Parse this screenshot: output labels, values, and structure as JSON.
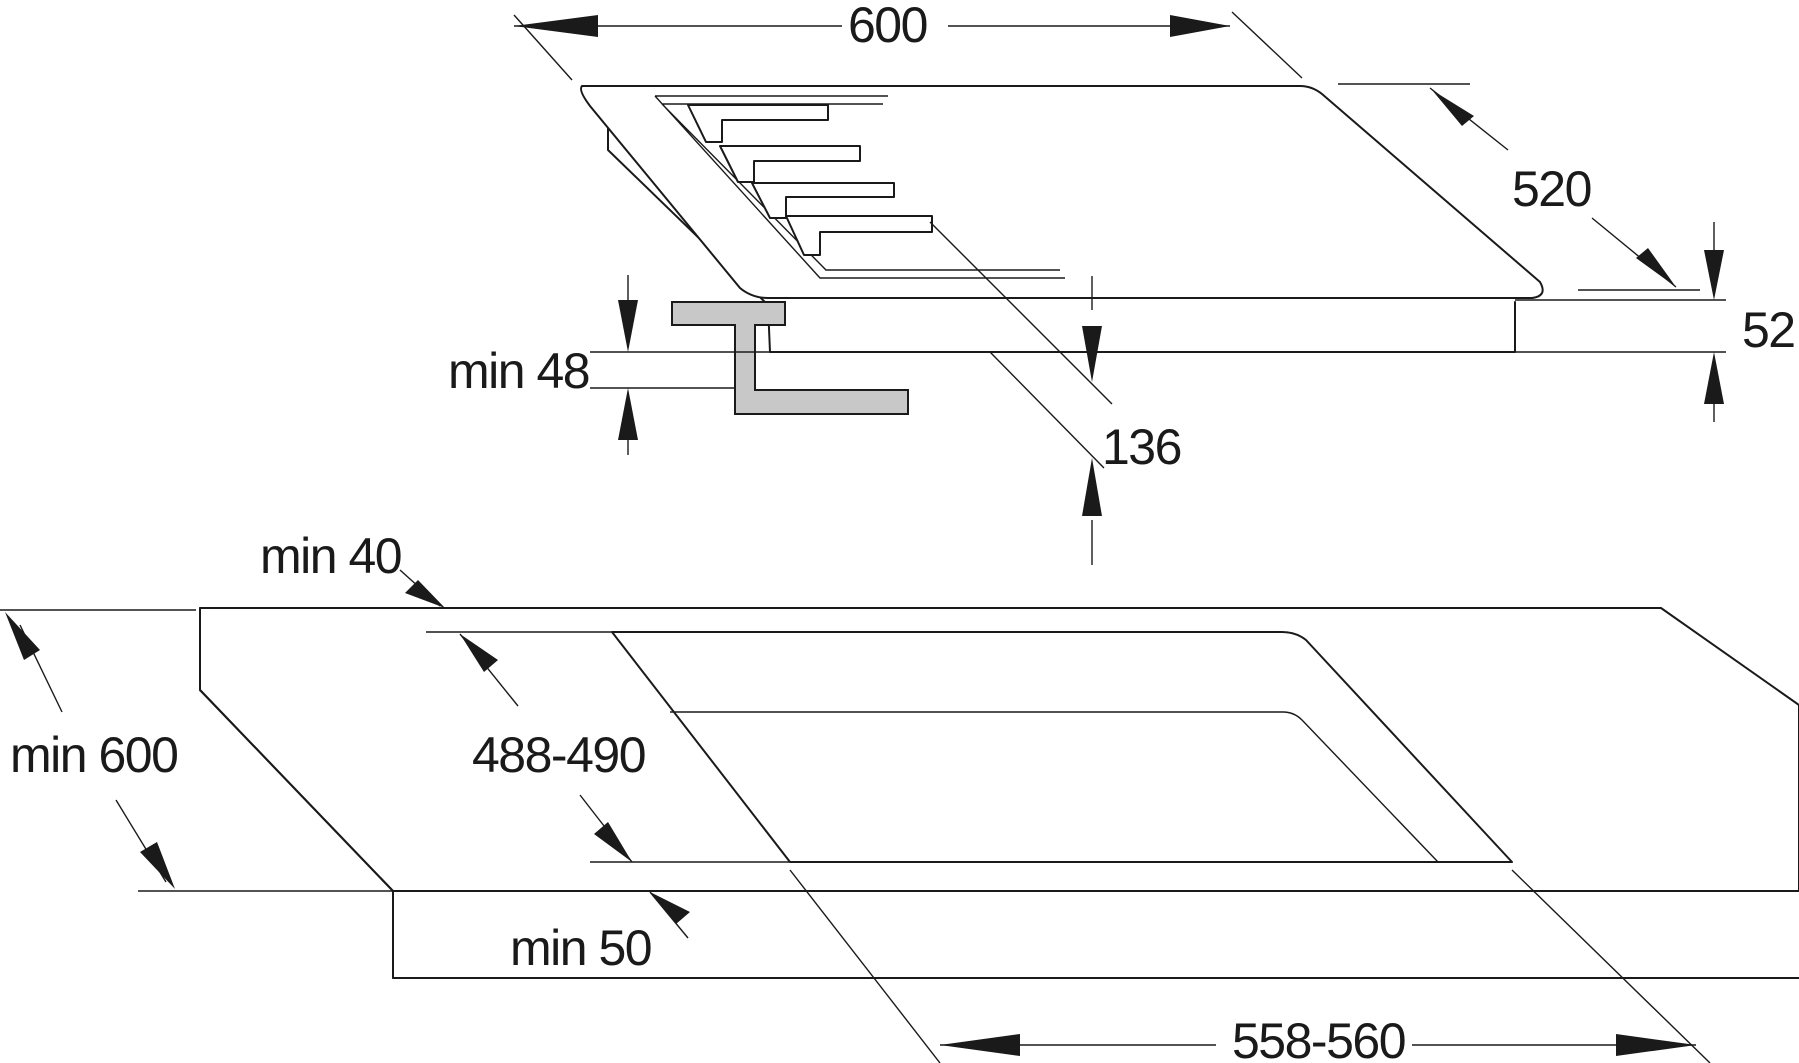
{
  "dimensions": {
    "hob_width": "600",
    "hob_depth": "520",
    "hob_height": "52",
    "bracket_min": "min 48",
    "below_clearance": "136",
    "cutout_back_min": "min 40",
    "worktop_depth_min": "min 600",
    "cutout_depth": "488-490",
    "cutout_front_min": "min 50",
    "cutout_width": "558-560"
  },
  "colors": {
    "line": "#1a1a1a",
    "bracket_fill": "#c8c8c8",
    "background": "#ffffff"
  }
}
